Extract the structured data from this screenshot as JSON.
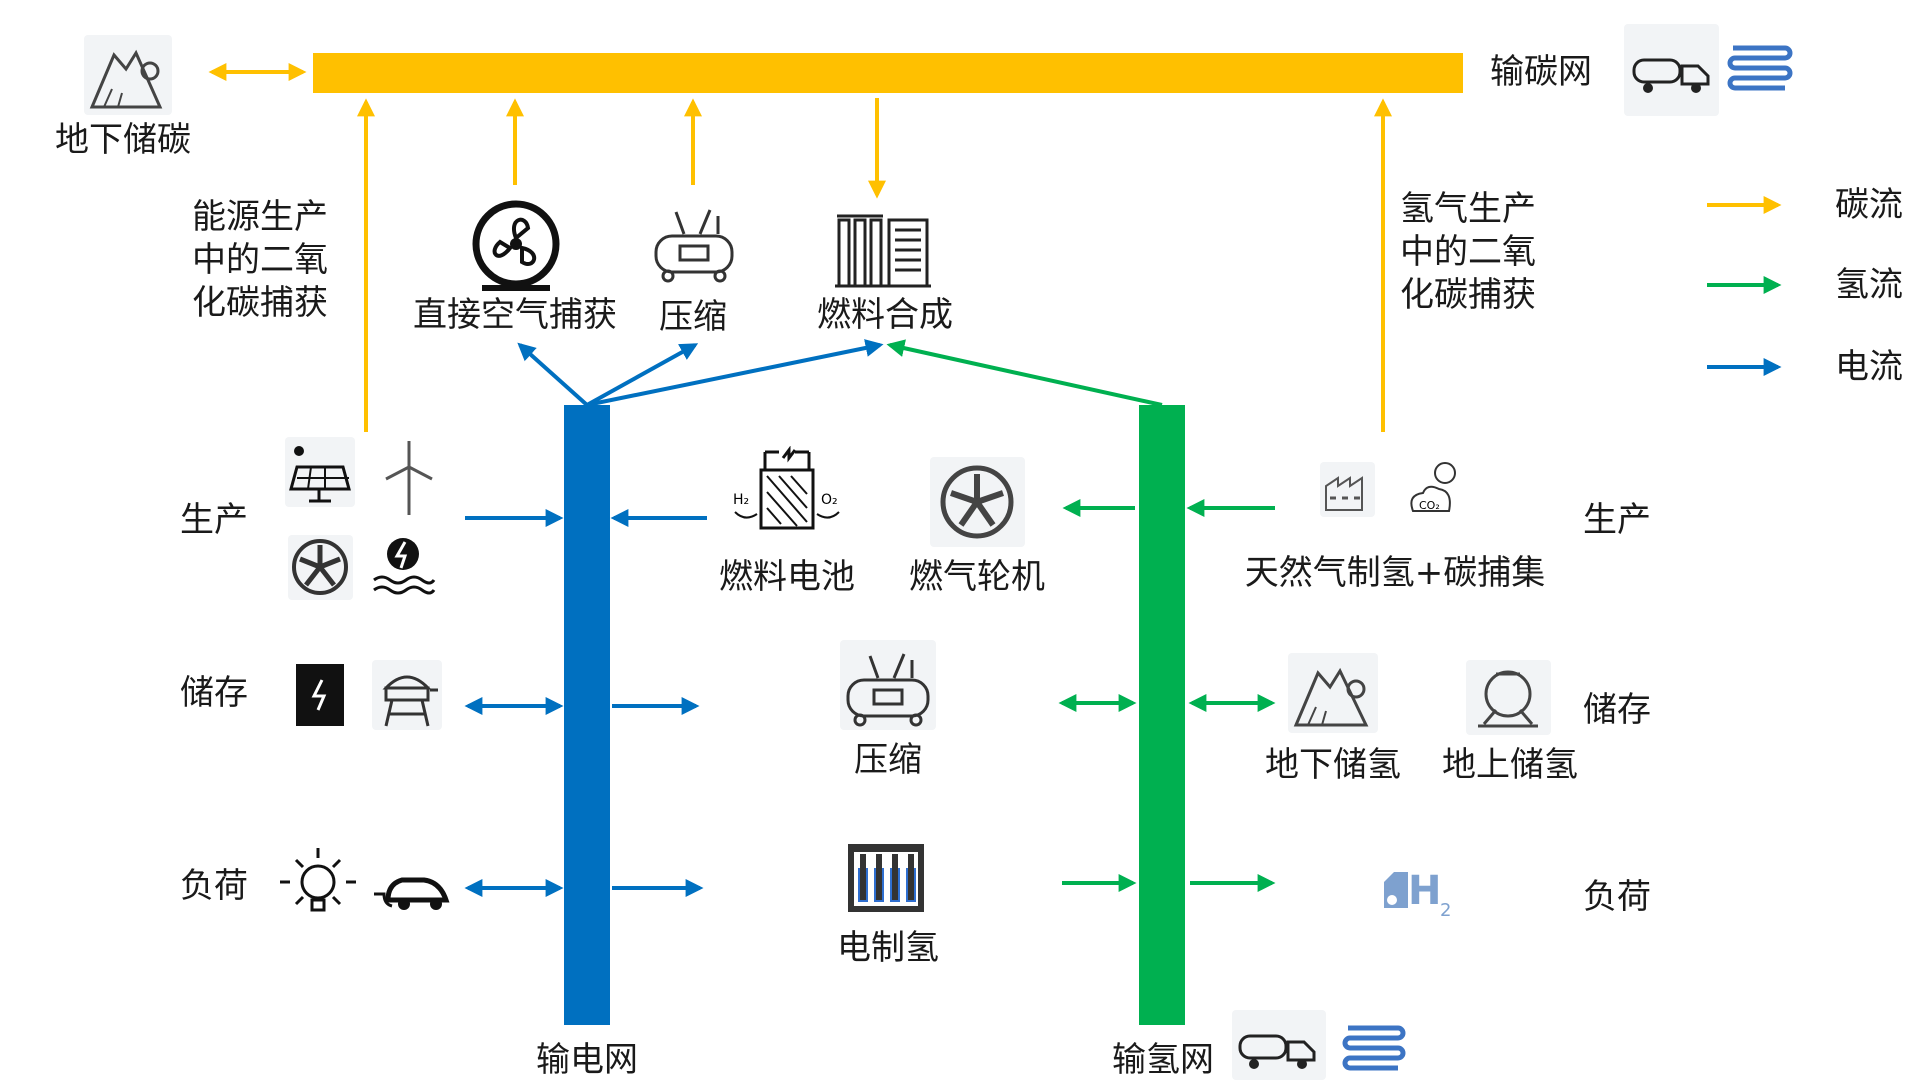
{
  "colors": {
    "carbon": "#FFC000",
    "hydrogen": "#00B050",
    "electricity": "#0070C0"
  },
  "labels": {
    "carbon_storage": "地下储碳",
    "carbon_grid": "输碳网",
    "capture_energy": [
      "能源生产",
      "中的二氧",
      "化碳捕获"
    ],
    "capture_hydrogen": [
      "氢气生产",
      "中的二氧",
      "化碳捕获"
    ],
    "dac": "直接空气捕获",
    "compress_top": "压缩",
    "fuel_synthesis": "燃料合成",
    "left_production": "生产",
    "left_storage": "储存",
    "left_load": "负荷",
    "fuel_cell": "燃料电池",
    "gas_turbine": "燃气轮机",
    "smr_ccs": "天然气制氢+碳捕集",
    "right_production": "生产",
    "compress_mid": "压缩",
    "underground_h2": "地下储氢",
    "aboveground_h2": "地上储氢",
    "right_storage": "储存",
    "electrolysis": "电制氢",
    "right_load": "负荷",
    "power_grid": "输电网",
    "hydrogen_grid": "输氢网"
  },
  "legend": [
    {
      "label": "碳流",
      "color": "#FFC000"
    },
    {
      "label": "氢流",
      "color": "#00B050"
    },
    {
      "label": "电流",
      "color": "#0070C0"
    }
  ],
  "icons": [
    "mountain-storage-icon",
    "tanker-truck-icon",
    "pipeline-coil-icon",
    "fan-capture-icon",
    "compressor-icon",
    "factory-synthesis-icon",
    "solar-panel-icon",
    "wind-turbine-icon",
    "turbine-icon",
    "hydro-icon",
    "battery-icon",
    "water-tower-icon",
    "light-bulb-icon",
    "electric-car-icon",
    "fuel-cell-icon",
    "gas-turbine-icon",
    "factory-icon",
    "co2-capture-icon",
    "h2-tank-icon",
    "electrolyzer-icon",
    "h2-vehicle-icon"
  ]
}
